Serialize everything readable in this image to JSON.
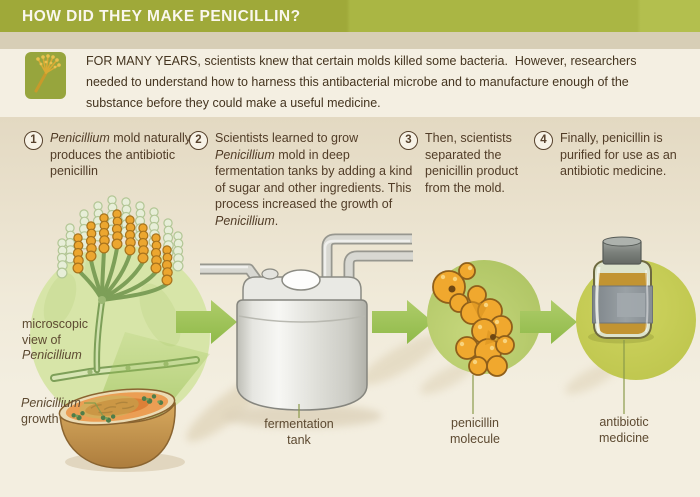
{
  "header": {
    "title": "HOW DID THEY MAKE PENICILLIN?"
  },
  "intro": {
    "icon": "penicillium-sprig-icon",
    "lead": "FOR MANY YEARS,",
    "body": " scientists knew that certain molds killed some bacteria.  However, researchers needed to understand how to harness this antibacterial microbe and to manufacture enough of the substance before they could make a useful medicine."
  },
  "steps": [
    {
      "number": "1",
      "segments": [
        {
          "text": "Penicillium",
          "italic": true
        },
        {
          "text": " mold naturally produces the antibiotic penicillin"
        }
      ]
    },
    {
      "number": "2",
      "segments": [
        {
          "text": "Scientists learned to grow "
        },
        {
          "text": "Penicillium",
          "italic": true
        },
        {
          "text": " mold in deep fermentation tanks by adding a kind of sugar and other ingredients. This process increased the growth of "
        },
        {
          "text": "Penicillium",
          "italic": true
        },
        {
          "text": "."
        }
      ]
    },
    {
      "number": "3",
      "segments": [
        {
          "text": "Then, scientists separated the penicillin product from the mold."
        }
      ]
    },
    {
      "number": "4",
      "segments": [
        {
          "text": "Finally, penicillin is purified for use as an antibiotic medicine."
        }
      ]
    }
  ],
  "captions": {
    "microscopic": {
      "line1": "microscopic",
      "line2": "view of",
      "line3": "Penicillium"
    },
    "growth": {
      "line1": "Penicillium",
      "line2": "growth"
    },
    "tank": {
      "line1": "fermentation",
      "line2": "tank"
    },
    "molecule": {
      "line1": "penicillin",
      "line2": "molecule"
    },
    "medicine": {
      "line1": "antibiotic",
      "line2": "medicine"
    }
  },
  "colors": {
    "header_bg": "#a5b13f",
    "divider_tan": "#d7ceb6",
    "background_cream": "#f3eee0",
    "arrow_green": "#9cc258",
    "microscope_circle": "#d7e5a8",
    "molecule_circle": "#b6cc6a",
    "vial_circle": "#c7cc55",
    "mold_spore_orange": "#eca62f",
    "text_brown": "#513c27",
    "caption_brown": "#5d4a31"
  }
}
